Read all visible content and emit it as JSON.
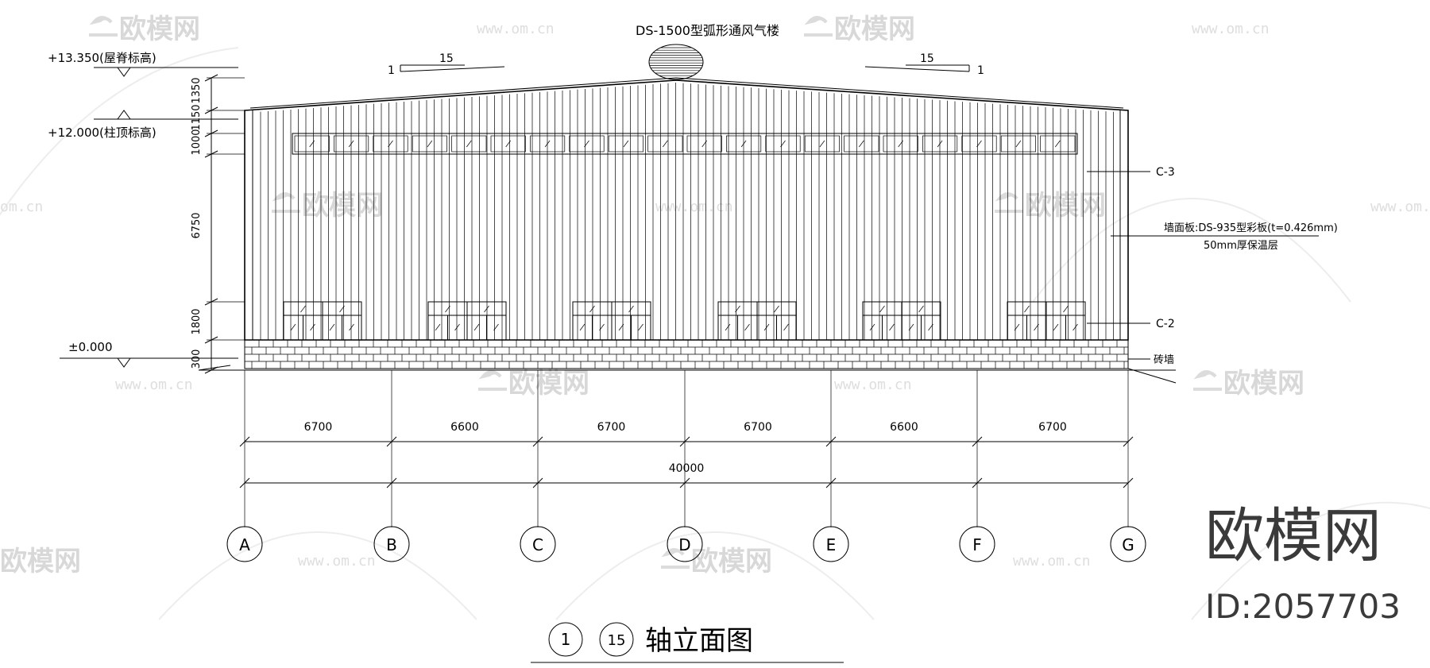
{
  "drawing": {
    "vent_label": "DS-1500型弧形通风气楼",
    "slope_left": {
      "ratio_left": "1",
      "ratio_right": "15"
    },
    "slope_right": {
      "ratio_left": "15",
      "ratio_right": "1"
    },
    "elevations": [
      {
        "label": "+13.350(屋脊标高)"
      },
      {
        "label": "+12.000(柱顶标高)"
      },
      {
        "label": "±0.000"
      }
    ],
    "vertical_dims": [
      "1350",
      "1150",
      "1000",
      "6750",
      "1800",
      "300"
    ],
    "callouts": {
      "c3": "C-3",
      "wall_panel": "墙面板:DS-935型彩板(t=0.426mm)",
      "insulation": "50mm厚保温层",
      "c2": "C-2",
      "brick": "砖墙"
    },
    "bay_dims": [
      "6700",
      "6600",
      "6700",
      "6700",
      "6600",
      "6700"
    ],
    "total_dim": "40000",
    "axes": [
      "A",
      "B",
      "C",
      "D",
      "E",
      "F",
      "G"
    ],
    "title": {
      "from": "1",
      "to": "15",
      "text": "轴立面图"
    }
  },
  "watermark": {
    "brand": "欧模网",
    "url": "www.om.cn",
    "url_partial": "om.cn",
    "big_brand": "欧模网",
    "id": "ID:2057703"
  },
  "colors": {
    "line": "#000000",
    "watermark": "#d8d8d8",
    "brand_text": "#3a3a3a"
  }
}
